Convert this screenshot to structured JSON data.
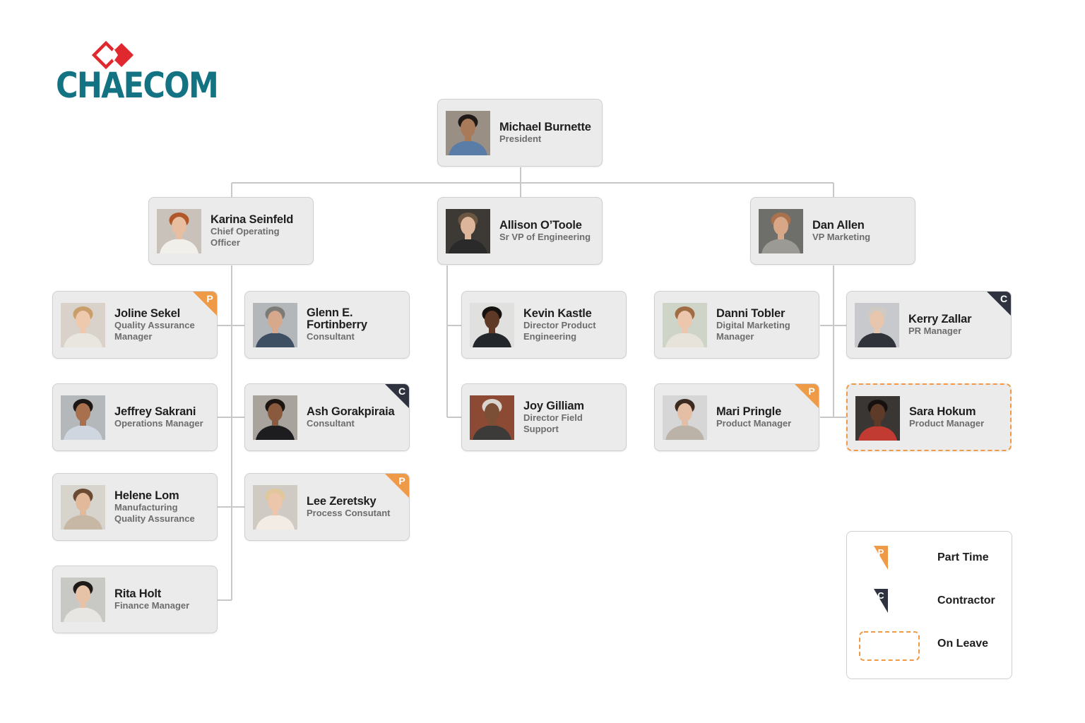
{
  "brand": {
    "name": "CHAECOM",
    "text_color": "#137382",
    "mark_color": "#e0292f"
  },
  "colors": {
    "part_time": "#ef9a47",
    "contractor": "#2f3340",
    "on_leave": "#ef9a47",
    "card_bg": "#ebebeb",
    "connector": "#c8c8c8"
  },
  "people": [
    {
      "id": "p01",
      "name": "Michael Burnette",
      "title": "President",
      "status": "",
      "photo": {
        "bg": "#9a8f84",
        "skin": "#a87a5a",
        "hair": "#1f1a17",
        "shirt": "#5a7da8"
      }
    },
    {
      "id": "p02",
      "name": "Karina Seinfeld",
      "title": "Chief Operating Officer",
      "status": "",
      "photo": {
        "bg": "#c9c2bb",
        "skin": "#e7bfa0",
        "hair": "#b2572a",
        "shirt": "#f1efe9"
      }
    },
    {
      "id": "p03",
      "name": "Allison O’Toole",
      "title": "Sr VP of Engineering",
      "status": "",
      "photo": {
        "bg": "#3d3a36",
        "skin": "#dcb59b",
        "hair": "#6b5642",
        "shirt": "#2a2a2a"
      }
    },
    {
      "id": "p04",
      "name": "Dan Allen",
      "title": "VP Marketing",
      "status": "",
      "photo": {
        "bg": "#6e6e6a",
        "skin": "#d7a787",
        "hair": "#a8724e",
        "shirt": "#9b9a94"
      }
    },
    {
      "id": "p05",
      "name": "Joline Sekel",
      "title": "Quality Assurance Manager",
      "status": "P",
      "photo": {
        "bg": "#d8d2cb",
        "skin": "#eec9ad",
        "hair": "#c99e6a",
        "shirt": "#e9e6e0"
      }
    },
    {
      "id": "p06",
      "name": "Glenn E. Fortinberry",
      "title": "Consultant",
      "status": "",
      "photo": {
        "bg": "#b4b7ba",
        "skin": "#d6a88c",
        "hair": "#7c7b78",
        "shirt": "#3f4f63"
      }
    },
    {
      "id": "p07",
      "name": "Jeffrey Sakrani",
      "title": "Operations Manager",
      "status": "",
      "photo": {
        "bg": "#b5b8bb",
        "skin": "#a9704e",
        "hair": "#1c1714",
        "shirt": "#cfd6df"
      }
    },
    {
      "id": "p08",
      "name": "Ash Gorakpiraia",
      "title": "Consultant",
      "status": "C",
      "photo": {
        "bg": "#a8a39c",
        "skin": "#8a5a3e",
        "hair": "#1b1512",
        "shirt": "#1d1d1f"
      }
    },
    {
      "id": "p09",
      "name": "Helene Lom",
      "title": "Manufacturing Quality Assurance",
      "status": "",
      "photo": {
        "bg": "#d7d3cd",
        "skin": "#e3b99c",
        "hair": "#6a4a33",
        "shirt": "#c7b8a5"
      }
    },
    {
      "id": "p10",
      "name": "Lee Zeretsky",
      "title": "Process Consutant",
      "status": "P",
      "photo": {
        "bg": "#cfcac4",
        "skin": "#ebc6ab",
        "hair": "#e1c79c",
        "shirt": "#f3ece4"
      }
    },
    {
      "id": "p11",
      "name": "Rita Holt",
      "title": "Finance Manager",
      "status": "",
      "photo": {
        "bg": "#c8c8c4",
        "skin": "#e6c2a6",
        "hair": "#1e1916",
        "shirt": "#e8e6e2"
      }
    },
    {
      "id": "p12",
      "name": "Kevin Kastle",
      "title": "Director Product Engineering",
      "status": "",
      "photo": {
        "bg": "#e0e0de",
        "skin": "#5e3a26",
        "hair": "#161210",
        "shirt": "#23262b"
      }
    },
    {
      "id": "p13",
      "name": "Joy Gilliam",
      "title": "Director Field Support",
      "status": "",
      "photo": {
        "bg": "#8c4a34",
        "skin": "#7a4f36",
        "hair": "#d9d6d0",
        "shirt": "#3d3b3a"
      }
    },
    {
      "id": "p14",
      "name": "Danni Tobler",
      "title": "Digital Marketing Manager",
      "status": "",
      "photo": {
        "bg": "#cfd4c9",
        "skin": "#ecc7ad",
        "hair": "#a06c44",
        "shirt": "#e7e3da"
      }
    },
    {
      "id": "p15",
      "name": "Kerry Zallar",
      "title": "PR Manager",
      "status": "C",
      "photo": {
        "bg": "#c7c9cc",
        "skin": "#e8c5ad",
        "hair": "#cfcac3",
        "shirt": "#30343a"
      }
    },
    {
      "id": "p16",
      "name": "Mari Pringle",
      "title": "Product Manager",
      "status": "P",
      "photo": {
        "bg": "#d6d6d6",
        "skin": "#e4bfa5",
        "hair": "#3b2a20",
        "shirt": "#bcb3a8"
      }
    },
    {
      "id": "p17",
      "name": "Sara Hokum",
      "title": "Product Manager",
      "status": "L",
      "photo": {
        "bg": "#3a3633",
        "skin": "#5e3b28",
        "hair": "#16110f",
        "shirt": "#c23b32"
      }
    }
  ],
  "legend": {
    "part_time": {
      "label": "Part Time",
      "badge": "P"
    },
    "contractor": {
      "label": "Contractor",
      "badge": "C"
    },
    "on_leave": {
      "label": "On Leave"
    }
  }
}
